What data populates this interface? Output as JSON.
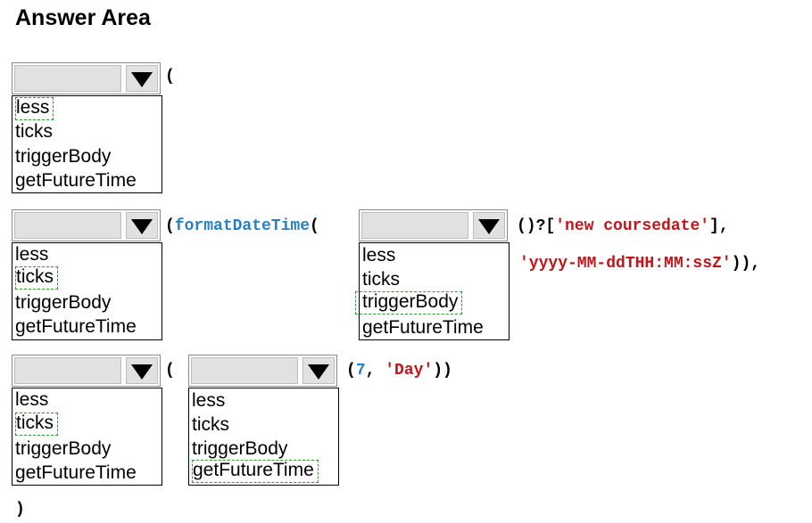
{
  "title": "Answer Area",
  "options": [
    "less",
    "ticks",
    "triggerBody",
    "getFutureTime"
  ],
  "dropdown1": {
    "selected": "less"
  },
  "dropdown2": {
    "selected": "ticks"
  },
  "dropdown3": {
    "selected": "triggerBody"
  },
  "dropdown4": {
    "selected": "ticks"
  },
  "dropdown5": {
    "selected": "getFutureTime"
  },
  "code": {
    "paren_open": "(",
    "format_func": "formatDateTime",
    "line2_tail_a": "()?[",
    "coursedate_str": "'new coursedate'",
    "line2_tail_b": "],",
    "format_str": "'yyyy-MM-ddTHH:MM:ssZ'",
    "line3_tail": ")),",
    "paren_before_dd5": "(",
    "arg_open": "(",
    "arg_num": "7",
    "arg_sep": ", ",
    "arg_str": "'Day'",
    "arg_close": "))",
    "final_paren": ")"
  }
}
